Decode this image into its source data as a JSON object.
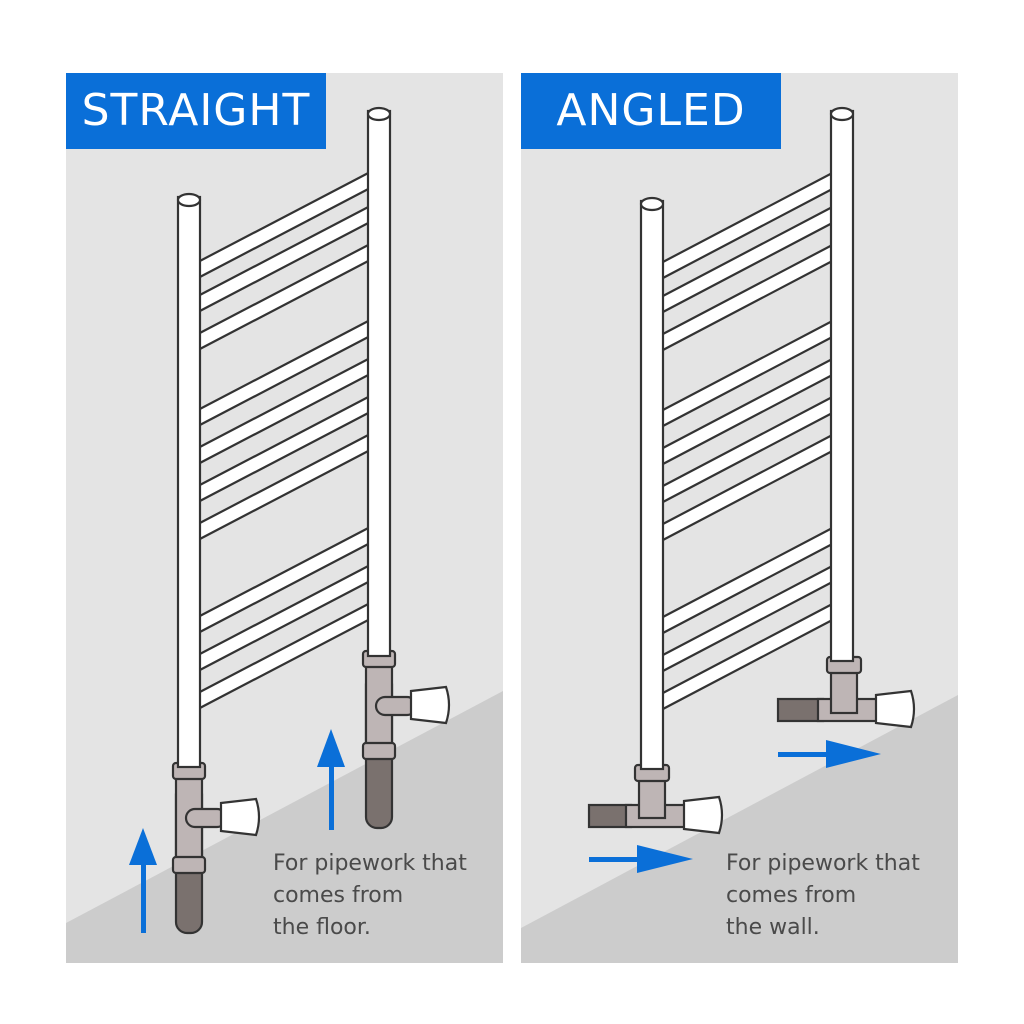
{
  "panels": [
    {
      "id": "straight",
      "label": "STRAIGHT",
      "caption_lines": [
        "For pipework that",
        "comes from",
        "the floor."
      ],
      "arrow_direction": "up",
      "pipe_source": "floor"
    },
    {
      "id": "angled",
      "label": "ANGLED",
      "caption_lines": [
        "For pipework that",
        "comes from",
        "the wall."
      ],
      "arrow_direction": "right",
      "pipe_source": "wall"
    }
  ],
  "colors": {
    "wall_background": "#e4e4e4",
    "floor": "#cccccc",
    "badge": "#0a6fd8",
    "badge_text": "#ffffff",
    "arrow": "#0a6fd8",
    "valve_body": "#beb5b5",
    "supply_pipe": "#7a716e",
    "radiator_tube": "#ffffff",
    "outline": "#333333",
    "caption_text": "#4a4a4a"
  }
}
